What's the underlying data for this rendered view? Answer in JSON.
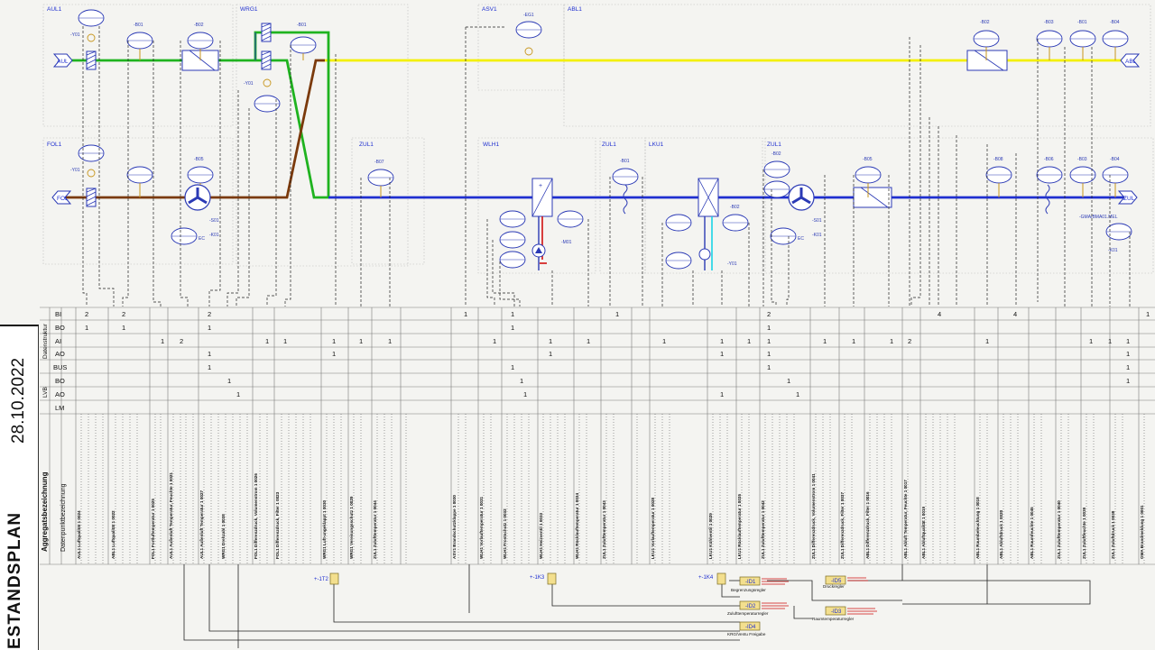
{
  "title_block": {
    "title": "ESTANDSPLAN",
    "date": "28.10.2022"
  },
  "table_headers": {
    "datenstruktur": "Datenstruktur",
    "lvb": "LVB",
    "aggregat": "Aggregatsbezeichnung",
    "datenpunkt": "Datenpunktbezeichnung",
    "rows": [
      "BI",
      "BO",
      "AI",
      "AO",
      "BUS",
      "BO",
      "AO",
      "LM"
    ]
  },
  "sections": [
    "AUL1",
    "WRG1",
    "ASV1",
    "ABL1",
    "FOL1",
    "ZUL1",
    "WLH1",
    "ZUL1",
    "LKU1",
    "ZUL1"
  ],
  "ducts": {
    "aul": "AUL",
    "abl": "ABL",
    "fol": "FOL",
    "zul": "ZUL"
  },
  "components": [
    "-B01",
    "-B02",
    "-B01",
    "-B02",
    "-B03",
    "-B04",
    "-B01",
    "-B05",
    "-B07",
    "-B01",
    "-B02",
    "-B02",
    "-B05",
    "-B08",
    "-B06",
    "-B03",
    "-B04",
    "-EG1",
    "-Y01",
    "-Y01",
    "-Y01",
    "-M01",
    "-Y01",
    "-S01",
    "-K01",
    "-S01",
    "-K01",
    "-K01",
    "EC",
    "EC",
    "-GMA/BMA01.MEL"
  ],
  "counts": {
    "bi": [
      "2",
      "2",
      "2",
      "1",
      "1",
      "1",
      "2",
      "4",
      "4",
      "1"
    ],
    "bo_top": [
      "1",
      "1",
      "1",
      "1",
      "1"
    ],
    "ai": [
      "1",
      "2",
      "1",
      "1",
      "1",
      "1",
      "1",
      "1",
      "1",
      "1",
      "1",
      "1",
      "1",
      "1",
      "1",
      "1",
      "1",
      "2",
      "1",
      "1",
      "1",
      "1"
    ],
    "ao": [
      "1",
      "1",
      "1",
      "1",
      "1",
      "1"
    ],
    "bus": [
      "1",
      "1",
      "1",
      "1"
    ],
    "lvb_bo": [
      "1",
      "1",
      "1",
      "1"
    ],
    "lvb_ao": [
      "1",
      "1",
      "1",
      "1"
    ]
  },
  "aggregate_labels": [
    "AUL1 Luftqualität 1 0024",
    "ABL1 Luftqualität 1 0022",
    "FOL1 Fortluftemperatur 1 0025",
    "AUL1 Außenluft Temperatur, Feuchte 1 0021",
    "AUL1 Außenluft Temperatur 1 0027",
    "WRG1 Drehzahl 1 0038",
    "FOL1 Differenzdruck, Volumenstrom 1 0026",
    "FOL1 Differenzdruck, Filter 1 0023",
    "WRG1 Luft-ungeklappt 1 0030",
    "WRG1 Vereisungsschutz 1 0029",
    "ZUL1 Zulufttemperatur 1 0044",
    "ASV1 Brandschutzklappe 1 0030",
    "WLH1 Vorlauftemperatur 1 0031",
    "WLH1 Frostschutz 1 0032",
    "WLH1 Heizventil 1 0033",
    "WLH1 Rücklauftemperatur 1 0034",
    "ZUL1 Zulufttemperatur 1 0043",
    "LKU1 Vorlauftemperatur 1 0028",
    "LKU1 Kühlventil 1 0029",
    "LKU1 Rücklauftemperatur 1 0035",
    "ZUL1 Zulufttemperatur 1 0042",
    "ZUL1 Differenzdruck, Volumenstrom 1 0041",
    "ZUL1 Differenzdruck, Filter 1 0037",
    "ABL1 Differenzdruck, Filter 1 0016",
    "ABL1 Abluft Temperatur, Feuchte 1 0017",
    "ABL1 Abluftqualität 1 0019",
    "ABL1 Raumbeleuchtung 1 0018",
    "ABL1 Abluftdruck 1 0020",
    "ABL1 Raumfeuchte 1 0045",
    "ZUL1 Zulufttemperatur 1 0040",
    "ZUL1 Zuluftfeuchte 1 0039",
    "ZUL1 Zuluftdruck 1 0038",
    "GMA Brandmeldung 1 0001"
  ],
  "controllers": {
    "tags": [
      "+-1T2",
      "+-1K3",
      "+-1K4",
      "-ID1",
      "-ID2",
      "-ID3",
      "-ID4",
      "-ID5"
    ],
    "labels": [
      "Begrenzungsregler",
      "Zulufttemperaturregler",
      "Raumtemperaturregler",
      "KRG/Ventu Freigabe",
      "Druckregler"
    ]
  },
  "colors": {
    "supply": "#1f2fd0",
    "exhaust": "#f3f000",
    "outdoor": "#1fb31f",
    "fortluft": "#7b3a0c",
    "component": "#2b3ab5",
    "dashed": "#222222",
    "grid": "#7a7a7a",
    "accent_red": "#d01010",
    "accent_cyan": "#19d4e6"
  }
}
